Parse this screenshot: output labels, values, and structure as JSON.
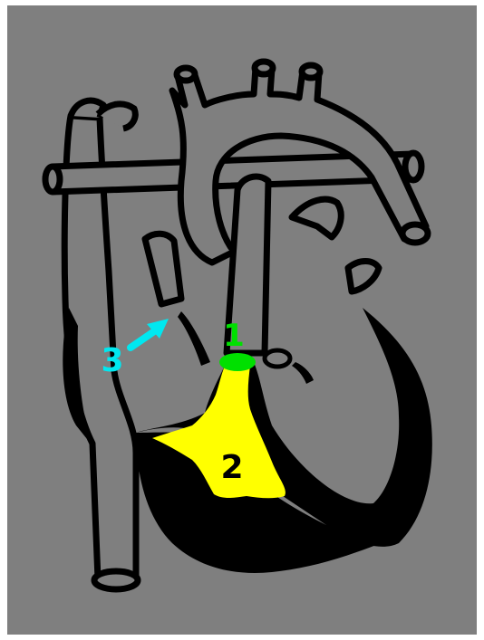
{
  "diagram": {
    "labels": [
      {
        "id": "marker-1",
        "text": "1"
      },
      {
        "id": "marker-2",
        "text": "2"
      },
      {
        "id": "marker-3",
        "text": "3"
      }
    ]
  },
  "colors": {
    "background": "#7f7f7f",
    "outline": "#000000",
    "vessel_fill": "#7f7f7f",
    "yellow_region": "#ffff00",
    "green_marker": "#00e000",
    "cyan_marker": "#00e8f0"
  }
}
